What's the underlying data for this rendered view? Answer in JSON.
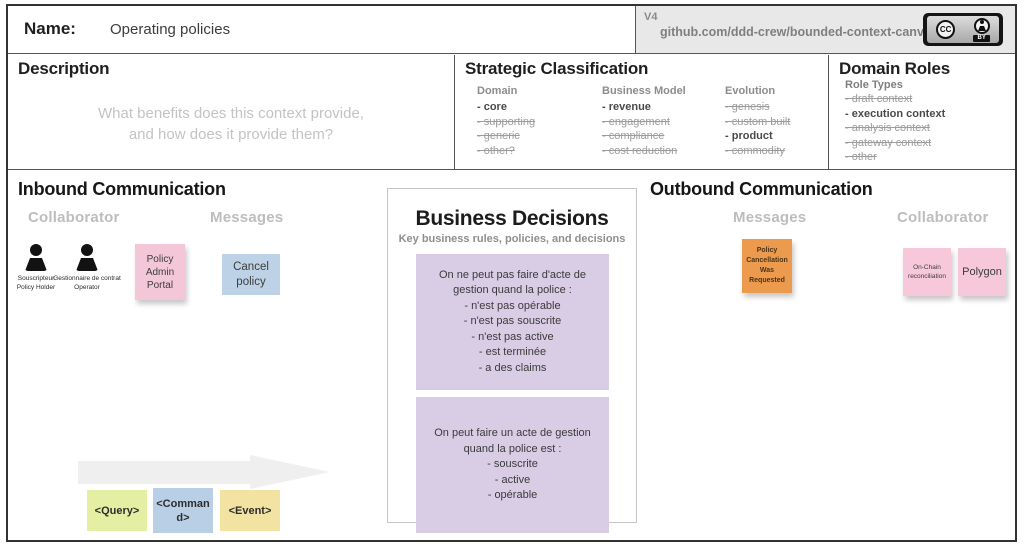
{
  "header": {
    "name_label": "Name:",
    "name_value": "Operating policies",
    "version_label": "V4",
    "repo_link": "github.com/ddd-crew/bounded-context-canvas",
    "license_cc": "CC",
    "license_by": "BY"
  },
  "description": {
    "title": "Description",
    "placeholder": "What benefits does this context provide,\nand how does it provide them?"
  },
  "strategic": {
    "title": "Strategic Classification",
    "columns": [
      {
        "header": "Domain",
        "items": [
          {
            "label": "- core",
            "style": "selected"
          },
          {
            "label": "- supporting",
            "style": "struck"
          },
          {
            "label": "- generic",
            "style": "struck"
          },
          {
            "label": "- other?",
            "style": "struck"
          }
        ]
      },
      {
        "header": "Business Model",
        "items": [
          {
            "label": "- revenue",
            "style": "selected"
          },
          {
            "label": "- engagement",
            "style": "struck"
          },
          {
            "label": "- compliance",
            "style": "struck"
          },
          {
            "label": "- cost reduction",
            "style": "struck"
          }
        ]
      },
      {
        "header": "Evolution",
        "items": [
          {
            "label": "- genesis",
            "style": "struck"
          },
          {
            "label": "- custom built",
            "style": "struck"
          },
          {
            "label": "- product",
            "style": "selected"
          },
          {
            "label": "- commodity",
            "style": "struck"
          }
        ]
      }
    ]
  },
  "domain_roles": {
    "title": "Domain Roles",
    "subtitle": "Role Types",
    "items": [
      {
        "label": "- draft context",
        "style": "struck"
      },
      {
        "label": "- execution context",
        "style": "selected"
      },
      {
        "label": "- analysis context",
        "style": "struck"
      },
      {
        "label": "- gateway context",
        "style": "struck"
      },
      {
        "label": "- other",
        "style": "struck"
      }
    ]
  },
  "inbound": {
    "title": "Inbound Communication",
    "collaborator_label": "Collaborator",
    "messages_label": "Messages",
    "collaborators": [
      {
        "name": "Souscripteur\nPolicy Holder"
      },
      {
        "name": "Gestionnaire de contrat\nOperator"
      }
    ],
    "sticky_portal": "Policy\nAdmin\nPortal",
    "sticky_cancel": "Cancel\npolicy"
  },
  "business_decisions": {
    "title": "Business Decisions",
    "subtitle": "Key business rules, policies, and decisions",
    "note1": "On ne peut pas faire d'acte de\ngestion quand la police :\n- n'est pas opérable\n- n'est pas souscrite\n- n'est pas active\n- est terminée\n- a des claims",
    "note2": "On peut faire un acte de gestion\nquand la police est :\n- souscrite\n- active\n- opérable"
  },
  "outbound": {
    "title": "Outbound Communication",
    "messages_label": "Messages",
    "collaborator_label": "Collaborator",
    "sticky_cancellation": "Policy\nCancellation\nWas\nRequested",
    "sticky_onchain": "On-Chain\nreconciliation",
    "sticky_polygon": "Polygon"
  },
  "flow": {
    "query": "<Query>",
    "command": "<Command>",
    "event": "<Event>"
  },
  "colors": {
    "pink_sticky": "#f3c7d7",
    "blue_sticky": "#bdd2e6",
    "purple_note": "#d9cde6",
    "orange_sticky": "#ec9b4e",
    "light_pink_sticky": "#f6c8da",
    "query_sticky": "#e5efa3",
    "command_sticky": "#b9cfe6",
    "event_sticky": "#f2e3a3"
  }
}
